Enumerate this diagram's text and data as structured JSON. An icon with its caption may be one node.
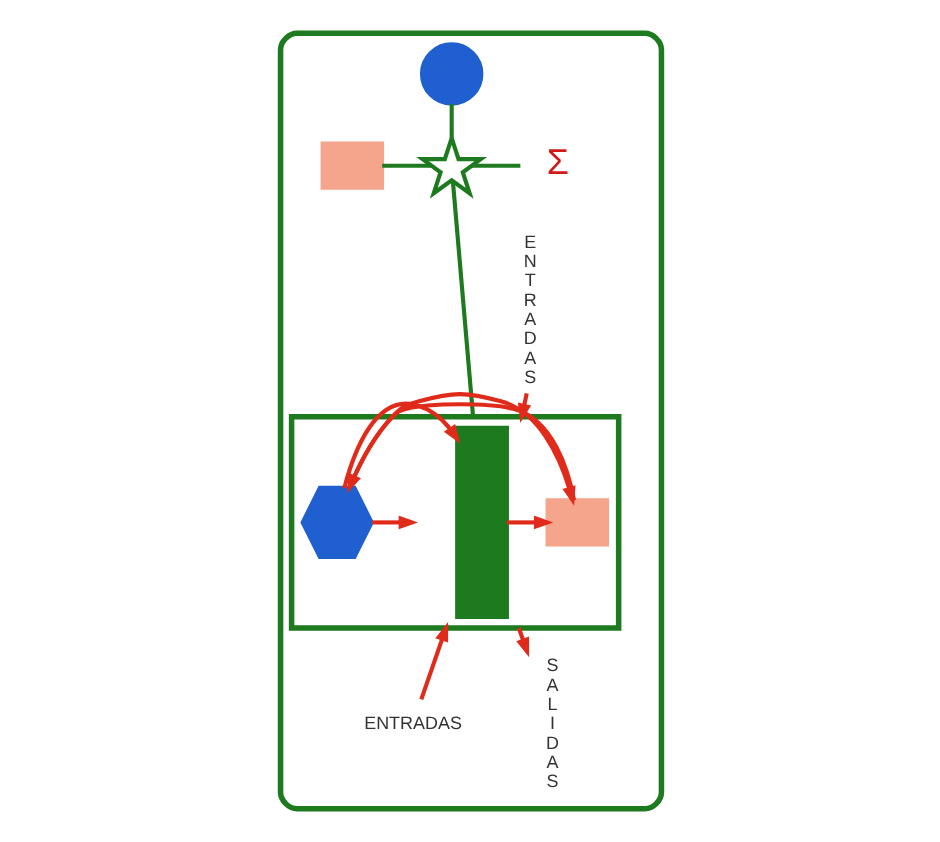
{
  "diagram": {
    "nodes": [
      {
        "text": [],
        "shape": "box"
      },
      {
        "text": [],
        "shape": "circle",
        "in": 0
      },
      {
        "text": [],
        "shape": "box",
        "in": 0
      },
      {
        "text": [],
        "shape": "star",
        "in": 0
      },
      {
        "text": [
          "Σ"
        ],
        "in": 0
      },
      {
        "text": [],
        "shape": "box",
        "in": 0
      },
      {
        "text": [],
        "shape": "bar",
        "in": 5
      },
      {
        "text": [],
        "shape": "box",
        "in": 5
      },
      {
        "text": [],
        "shape": "hexagon",
        "in": 5
      },
      {
        "text": [
          "ENTRADAS"
        ],
        "in": 0
      },
      {
        "text": [
          "SALIDAS"
        ],
        "in": 0
      },
      {
        "text": [
          "ENTRADAS"
        ],
        "in": 0
      }
    ],
    "edges": [
      {
        "from": 1,
        "to": 3,
        "arrow": "none",
        "color": "#1e7a1e"
      },
      {
        "from": 2,
        "to": 3,
        "arrow": "none",
        "color": "#1e7a1e"
      },
      {
        "from": 3,
        "to": 4,
        "arrow": "none",
        "color": "#1e7a1e"
      },
      {
        "from": 3,
        "to": 5,
        "arrow": "none",
        "color": "#1e7a1e"
      },
      {
        "from": 9,
        "to": 5,
        "arrow": "to"
      },
      {
        "from": 5,
        "to": 10,
        "arrow": "to"
      },
      {
        "from": 11,
        "to": 5,
        "arrow": "to"
      },
      {
        "from": 6,
        "to": 7,
        "arrow": "to"
      },
      {
        "from": 7,
        "to": 8,
        "arrow": "to"
      },
      {
        "from": 8,
        "to": 6,
        "arrow": "to"
      },
      {
        "from": 8,
        "to": 7,
        "arrow": "to"
      },
      {
        "from": 8,
        "to": null,
        "arrow": "to"
      }
    ]
  }
}
